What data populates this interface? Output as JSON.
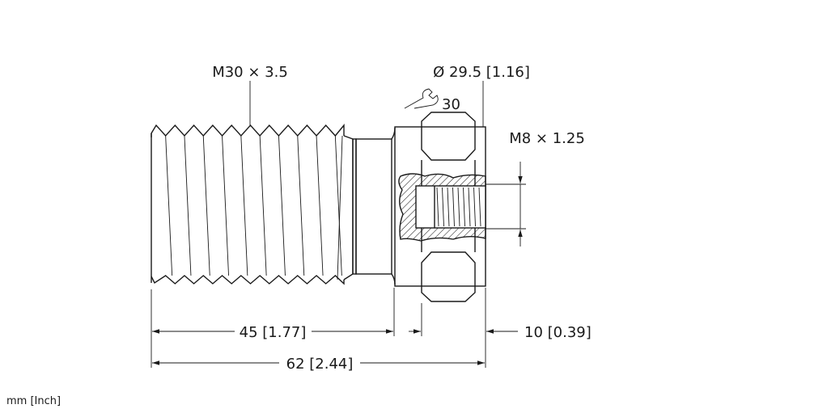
{
  "labels": {
    "thread": "M30 × 3.5",
    "diameter": "Ø 29.5 [1.16]",
    "wrench_size": "30",
    "inner_thread": "M8 × 1.25",
    "length_thread": "45 [1.77]",
    "length_total": "62 [2.44]",
    "length_connector": "10 [0.39]",
    "units": "mm [Inch]"
  },
  "icons": {
    "wrench": "wrench-icon"
  }
}
